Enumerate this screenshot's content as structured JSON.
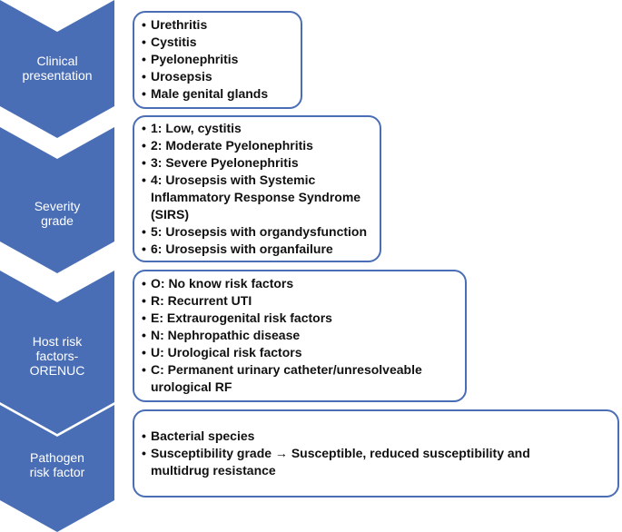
{
  "colors": {
    "chevron": "#4a6eb5",
    "box_border": "#4a6eb5",
    "label_text": "#ffffff"
  },
  "rows": [
    {
      "label_lines": [
        "Clinical",
        "presentation"
      ],
      "bullet": "•",
      "items": [
        "Urethritis",
        "Cystitis",
        "Pyelonephritis",
        "Urosepsis",
        "Male genital glands"
      ]
    },
    {
      "label_lines": [
        "Severity",
        "grade"
      ],
      "bullet": "•",
      "items": [
        "1: Low, cystitis",
        "2: Moderate Pyelonephritis",
        "3: Severe Pyelonephritis",
        "4: Urosepsis with Systemic Inflammatory Response Syndrome (SIRS)",
        "5: Urosepsis with organdysfunction",
        "6: Urosepsis with organfailure"
      ]
    },
    {
      "label_lines": [
        "Host risk",
        "factors-",
        "ORENUC"
      ],
      "bullet": "•",
      "items": [
        "O: No know risk factors",
        "R: Recurrent UTI",
        "E: Extraurogenital risk factors",
        "N: Nephropathic disease",
        "U: Urological risk factors",
        "C: Permanent urinary catheter/unresolveable urological RF"
      ]
    },
    {
      "label_lines": [
        "Pathogen",
        "risk factor"
      ],
      "bullet": "•",
      "items": [
        "Bacterial species",
        "Susceptibility grade → Susceptible, reduced susceptibility and multidrug resistance"
      ]
    }
  ]
}
